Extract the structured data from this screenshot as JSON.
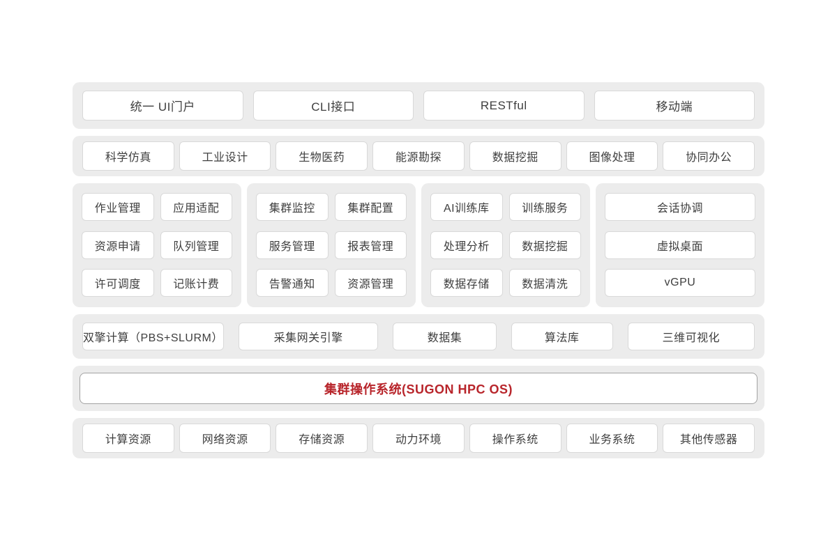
{
  "colors": {
    "band_background": "#ececec",
    "card_background": "#ffffff",
    "card_border": "#d9d9d9",
    "os_card_border": "#a3a3a3",
    "text": "#3e3e3e",
    "accent_red": "#b8252b"
  },
  "diagram": {
    "access_layer": {
      "items": [
        "统一 UI门户",
        "CLI接口",
        "RESTful",
        "移动端"
      ]
    },
    "application_layer": {
      "items": [
        "科学仿真",
        "工业设计",
        "生物医药",
        "能源勘探",
        "数据挖掘",
        "图像处理",
        "协同办公"
      ]
    },
    "platform_groups": [
      {
        "items": [
          "作业管理",
          "应用适配",
          "资源申请",
          "队列管理",
          "许可调度",
          "记账计费"
        ]
      },
      {
        "items": [
          "集群监控",
          "集群配置",
          "服务管理",
          "报表管理",
          "告警通知",
          "资源管理"
        ]
      },
      {
        "items": [
          "AI训练库",
          "训练服务",
          "处理分析",
          "数据挖掘",
          "数据存储",
          "数据清洗"
        ]
      },
      {
        "items": [
          "会话协调",
          "虚拟桌面",
          "vGPU"
        ]
      }
    ],
    "engine_layer": {
      "items": [
        "双擎计算（PBS+SLURM）",
        "采集网关引擎",
        "数据集",
        "算法库",
        "三维可视化"
      ]
    },
    "os_layer": {
      "title": "集群操作系统(SUGON HPC OS)"
    },
    "resource_layer": {
      "items": [
        "计算资源",
        "网络资源",
        "存储资源",
        "动力环境",
        "操作系统",
        "业务系统",
        "其他传感器"
      ]
    }
  }
}
